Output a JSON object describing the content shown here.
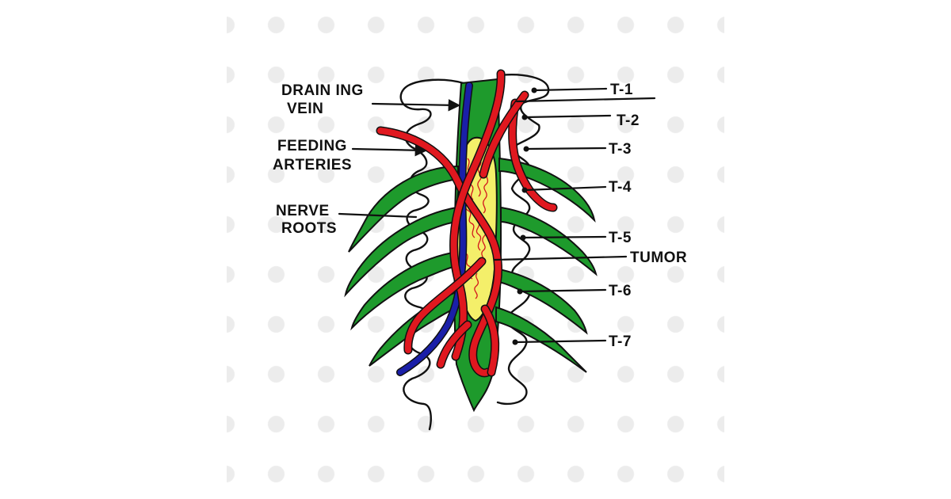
{
  "labels": {
    "draining_vein_1": "DRAIN ING",
    "draining_vein_2": "VEIN",
    "feeding_arteries_1": "FEEDING",
    "feeding_arteries_2": "ARTERIES",
    "nerve_roots_1": "NERVE",
    "nerve_roots_2": "ROOTS",
    "t1": "T-1",
    "t2": "T-2",
    "t3": "T-3",
    "t4": "T-4",
    "t5": "T-5",
    "tumor": "TUMOR",
    "t6": "T-6",
    "t7": "T-7"
  },
  "colors": {
    "nerve": "#1e9a2c",
    "artery": "#e0181f",
    "vein": "#1a1fa8",
    "tumor": "#f4ef6a",
    "outline": "#111111",
    "background": "#ffffff"
  }
}
